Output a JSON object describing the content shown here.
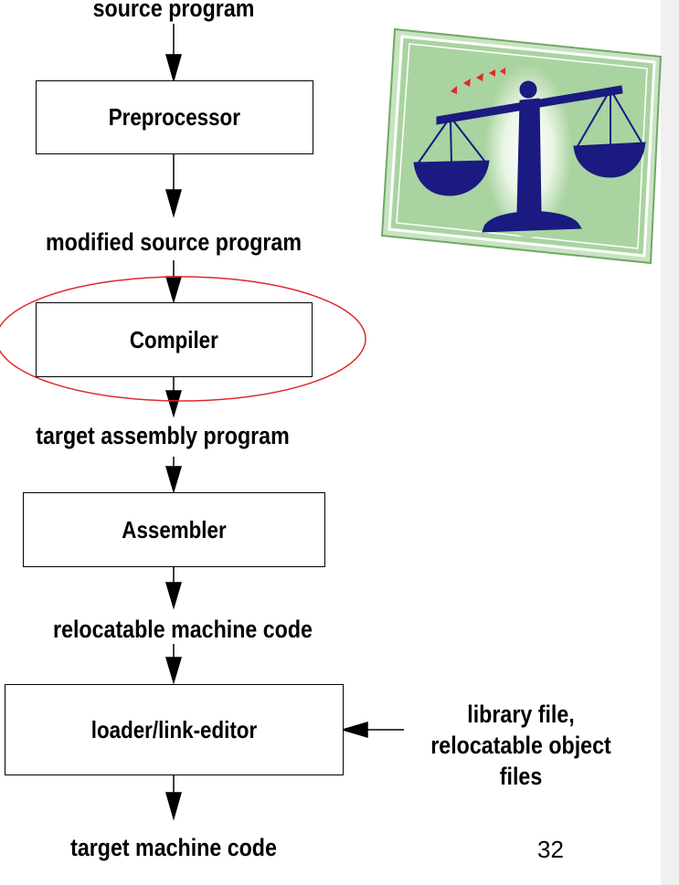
{
  "labels": {
    "source": "source program",
    "modified": "modified source program",
    "target_asm": "target assembly program",
    "relocatable": "relocatable machine code",
    "target_machine": "target machine code"
  },
  "boxes": {
    "preprocessor": "Preprocessor",
    "compiler": "Compiler",
    "assembler": "Assembler",
    "loader": "loader/link-editor"
  },
  "side_input": {
    "line1": "library file,",
    "line2": "relocatable object",
    "line3": "files"
  },
  "page_number": "32",
  "colors": {
    "highlight_ellipse": "#e0282a",
    "picture_green": "#a9d3a0",
    "scale_blue": "#1a1a80"
  },
  "icons": {
    "clipart": "scales-of-justice-icon"
  }
}
